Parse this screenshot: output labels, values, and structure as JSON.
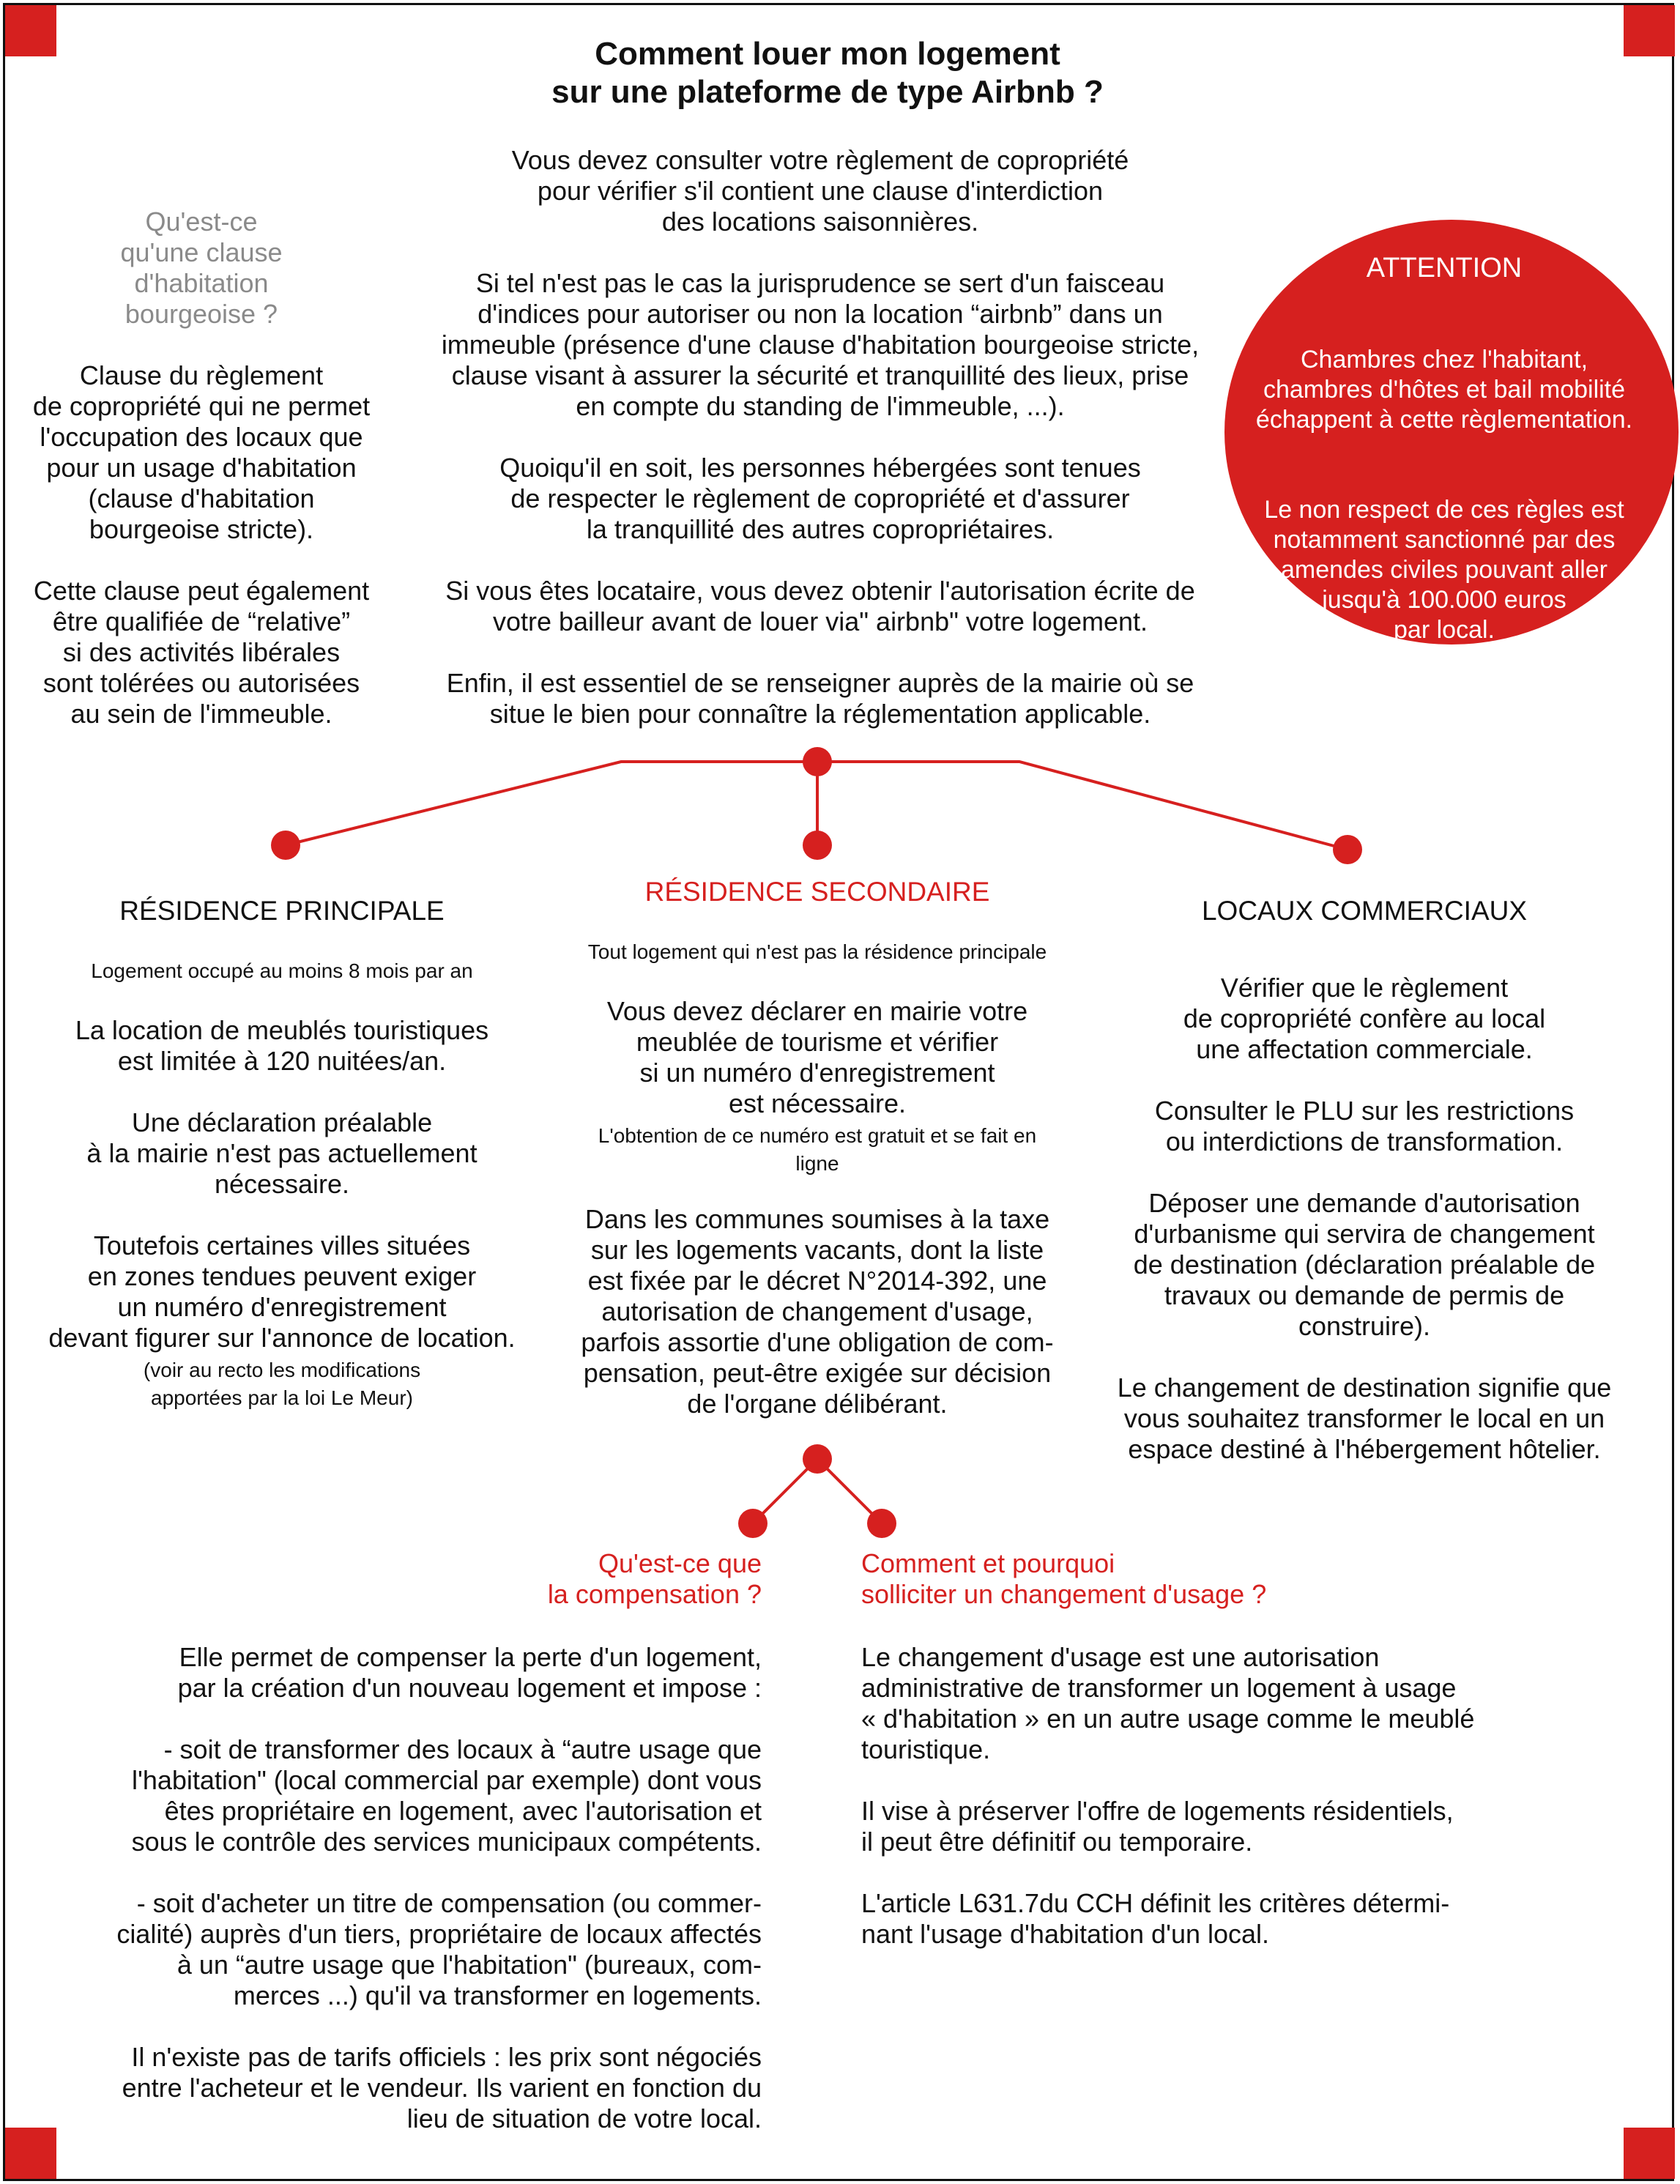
{
  "title": "Comment louer mon logement\nsur une plateforme de type Airbnb ?",
  "sidebar": {
    "question": "Qu'est-ce\nqu'une clause\nd'habitation\nbourgeoise ?",
    "paragraphs": [
      "Clause du règlement\nde copropriété qui ne permet\nl'occupation des locaux que\npour un usage d'habitation\n(clause d'habitation\nbourgeoise stricte).",
      "Cette clause peut également\nêtre qualifiée de “relative”\nsi des activités libérales\nsont tolérées ou autorisées\nau sein de l'immeuble."
    ]
  },
  "intro": {
    "paragraphs": [
      "Vous devez consulter votre règlement de copropriété\npour vérifier s'il contient une clause d'interdiction\ndes locations saisonnières.",
      "Si tel n'est pas le cas la jurisprudence se sert d'un faisceau\nd'indices pour autoriser ou non la location “airbnb” dans un\nimmeuble (présence d'une clause d'habitation bourgeoise stricte,\nclause visant à assurer la sécurité et tranquillité des lieux, prise\nen compte du standing de l'immeuble, ...).",
      "Quoiqu'il en soit, les personnes hébergées sont tenues\nde respecter le règlement de copropriété et d'assurer\nla tranquillité des autres copropriétaires.",
      "Si vous êtes locataire, vous devez obtenir l'autorisation écrite de\nvotre bailleur avant de louer via\" airbnb\" votre logement.",
      "Enfin, il est essentiel de se renseigner auprès de la mairie où se\nsitue le bien pour connaître la réglementation applicable."
    ]
  },
  "attention": {
    "title": "ATTENTION",
    "paragraphs": [
      "Chambres chez l'habitant,\nchambres d'hôtes et bail mobilité\néchappent à cette règlementation.",
      "Le non respect de ces règles est\nnotamment sanctionné par des\namendes civiles pouvant aller\njusqu'à 100.000 euros\npar local."
    ]
  },
  "principale": {
    "heading": "RÉSIDENCE PRINCIPALE",
    "subheading": "Logement occupé au moins 8 mois par an",
    "paragraphs": [
      "La location de meublés touristiques\nest limitée à 120 nuitées/an.",
      "Une déclaration préalable\nà la mairie n'est pas actuellement\nnécessaire.",
      "Toutefois certaines villes situées\nen zones tendues peuvent exiger\nun numéro d'enregistrement\ndevant figurer sur l'annonce de location."
    ],
    "note": "(voir au recto les modifications\napportées par la loi Le Meur)"
  },
  "secondaire": {
    "heading": "RÉSIDENCE SECONDAIRE",
    "subheading": "Tout logement qui n'est pas la résidence principale",
    "paragraph1": "Vous devez déclarer en mairie  votre\nmeublée de tourisme et vérifier\nsi un numéro d'enregistrement\nest nécessaire.",
    "note": "L'obtention de ce numéro est gratuit et se fait en\nligne",
    "paragraph2": "Dans les communes soumises à la taxe\nsur les logements vacants, dont la liste\nest fixée par le décret N°2014-392, une\nautorisation de changement d'usage,\nparfois assortie d'une obligation de com-\npensation, peut-être exigée sur décision\nde l'organe délibérant."
  },
  "commerciaux": {
    "heading": "LOCAUX COMMERCIAUX",
    "paragraphs": [
      "Vérifier que le règlement\nde copropriété confère au local\nune affectation commerciale.",
      "Consulter le PLU sur les restrictions\nou interdictions de transformation.",
      "Déposer une demande d'autorisation\nd'urbanisme qui servira de changement\nde destination (déclaration préalable de\ntravaux ou demande de permis de\nconstruire).",
      "Le changement de destination signifie que\nvous souhaitez transformer le local en un\nespace destiné à l'hébergement hôtelier."
    ]
  },
  "compensation": {
    "heading": "Qu'est-ce que\nla compensation ?",
    "paragraphs": [
      "Elle permet de compenser la perte d'un logement,\npar la création d'un nouveau logement et impose :",
      "- soit de transformer des locaux à “autre usage que\nl'habitation\" (local commercial par exemple) dont vous\nêtes propriétaire en logement, avec l'autorisation et\nsous le contrôle des services municipaux compétents.",
      "- soit d'acheter un titre de compensation (ou commer-\ncialité) auprès d'un tiers, propriétaire de locaux affectés\nà un “autre usage que l'habitation\" (bureaux, com-\nmerces ...) qu'il va transformer en logements.",
      "Il n'existe pas de tarifs officiels : les prix sont négociés\nentre l'acheteur et le vendeur. Ils varient en fonction du\nlieu de situation de votre local."
    ]
  },
  "usage": {
    "heading": "Comment et pourquoi\nsolliciter un changement d'usage ?",
    "paragraphs": [
      "Le changement d'usage est une autorisation\nadministrative de transformer un logement à usage\n« d'habitation » en un autre usage comme le meublé\ntouristique.",
      "Il vise à préserver l'offre de logements résidentiels,\nil peut être définitif ou temporaire.",
      "L'article L631.7du CCH définit les critères détermi-\nnant l'usage d'habitation d'un local."
    ]
  },
  "colors": {
    "accent": "#d6201f",
    "text": "#111111",
    "muted": "#8a8a8a"
  }
}
